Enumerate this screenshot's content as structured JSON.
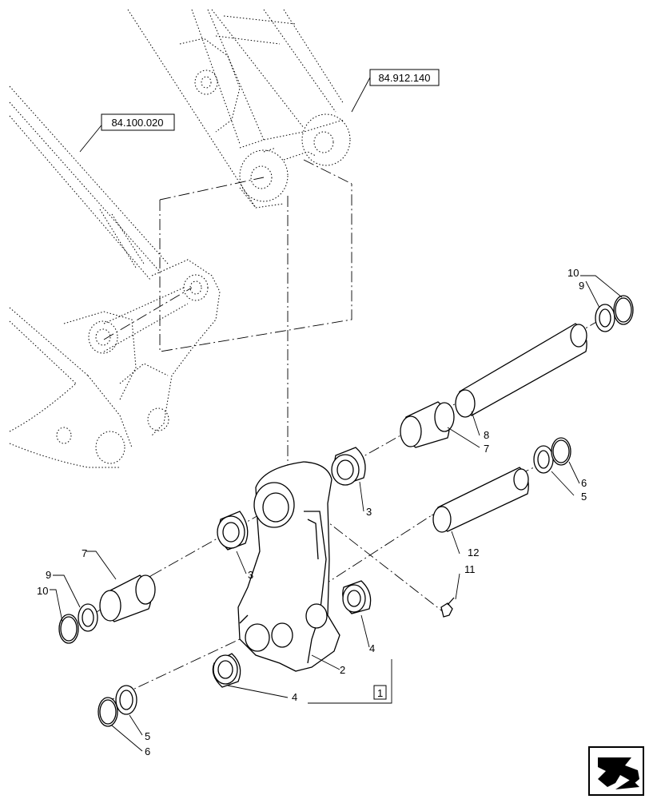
{
  "references": {
    "ref_arm": "84.100.020",
    "ref_boom": "84.912.140"
  },
  "callouts": {
    "c10a": "10",
    "c9a": "9",
    "c8": "8",
    "c7a": "7",
    "c6a": "6",
    "c5a": "5",
    "c3a": "3",
    "c12": "12",
    "c11": "11",
    "c7b": "7",
    "c9b": "9",
    "c10b": "10",
    "c3b": "3",
    "c4a": "4",
    "c2": "2",
    "c4b": "4",
    "c1": "1",
    "c5b": "5",
    "c6b": "6"
  },
  "icons": {
    "nav": "next-page-arrow-icon"
  }
}
